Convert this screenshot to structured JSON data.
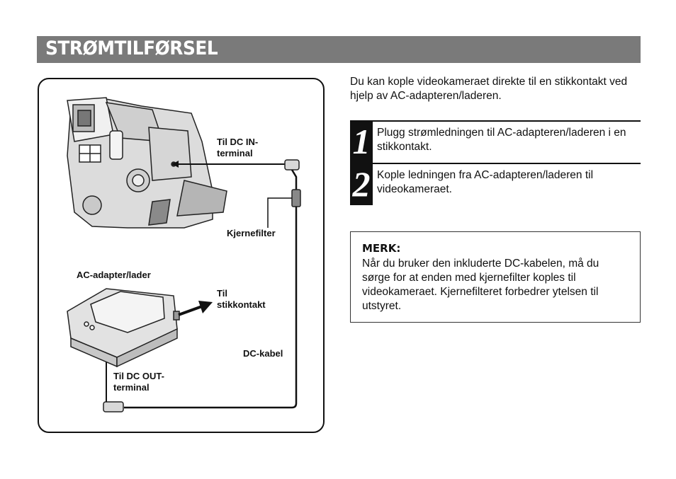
{
  "header": {
    "title": "STRØMTILFØRSEL"
  },
  "diagram": {
    "labels": {
      "dc_in_terminal": "Til DC IN-\nterminal",
      "core_filter": "Kjernefilter",
      "adapter": "AC-adapter/lader",
      "to_outlet": "Til\nstikkontakt",
      "dc_cable": "DC-kabel",
      "dc_out_terminal": "Til DC OUT-\nterminal"
    },
    "icons": {
      "camcorder": "camcorder-illustration",
      "adapter": "ac-adapter-illustration"
    }
  },
  "intro": "Du kan kople videokameraet direkte til en stikkontakt ved hjelp av AC-adapteren/laderen.",
  "steps": [
    {
      "number": "1",
      "text": "Plugg strømledningen til AC-adapteren/laderen i en stikkontakt."
    },
    {
      "number": "2",
      "text": "Kople ledningen fra AC-adapteren/laderen til videokameraet."
    }
  ],
  "note": {
    "title": "MERK:",
    "body": "Når du bruker den inkluderte DC-kabelen, må du sørge for at enden med kjernefilter koples til videokameraet. Kjernefilteret forbedrer ytelsen til utstyret."
  }
}
